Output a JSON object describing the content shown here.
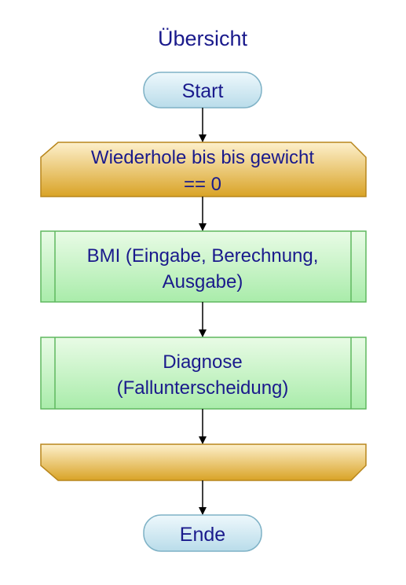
{
  "diagram": {
    "title": "Übersicht",
    "start": "Start",
    "loop_head": {
      "line1": "Wiederhole bis bis gewicht",
      "line2": "== 0"
    },
    "process_bmi": {
      "line1": "BMI (Eingabe, Berechnung,",
      "line2": "Ausgabe)"
    },
    "process_diagnose": {
      "line1": "Diagnose",
      "line2": "(Fallunterscheidung)"
    },
    "loop_end": "",
    "end": "Ende"
  },
  "colors": {
    "text": "#1a1a8c",
    "terminal_fill_top": "#eef8fc",
    "terminal_fill_bottom": "#b9dcea",
    "terminal_stroke": "#7fb2c6",
    "loop_fill_top": "#fdf0cc",
    "loop_fill_bottom": "#d9a326",
    "loop_stroke": "#b8861c",
    "process_fill_top": "#e9fbe6",
    "process_fill_bottom": "#a9ecaa",
    "process_stroke": "#5fb85f",
    "connector": "#000000"
  }
}
